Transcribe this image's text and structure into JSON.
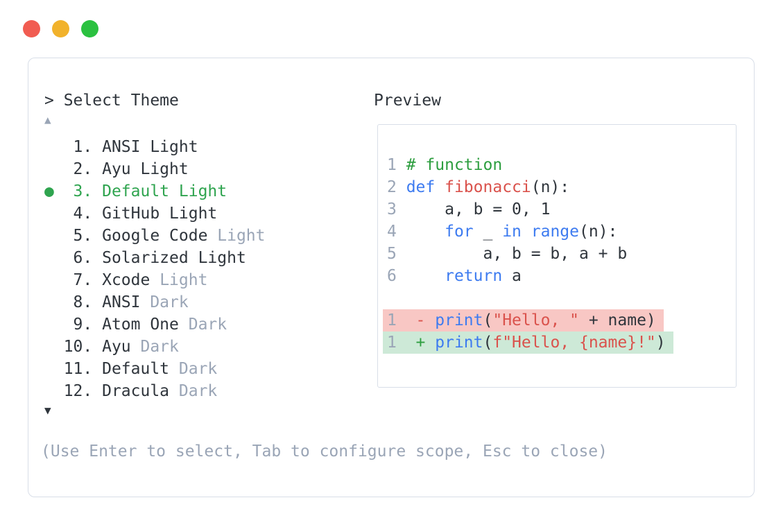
{
  "window": {
    "buttons": [
      {
        "icon": "close-icon",
        "class": "close"
      },
      {
        "icon": "minimize-icon",
        "class": "minimize"
      },
      {
        "icon": "zoom-icon",
        "class": "zoom"
      }
    ]
  },
  "picker": {
    "prompt": "> Select Theme",
    "scroll_up_glyph": "▲",
    "scroll_down_glyph": "▼",
    "items": [
      {
        "prefix": "  ",
        "num": " 1. ",
        "name": "ANSI Light",
        "variant": "",
        "selected": false
      },
      {
        "prefix": "  ",
        "num": " 2. ",
        "name": "Ayu Light",
        "variant": "",
        "selected": false
      },
      {
        "prefix": "● ",
        "num": " 3. ",
        "name": "Default Light",
        "variant": "",
        "selected": true
      },
      {
        "prefix": "  ",
        "num": " 4. ",
        "name": "GitHub Light",
        "variant": "",
        "selected": false
      },
      {
        "prefix": "  ",
        "num": " 5. ",
        "name": "Google Code",
        "variant": " Light",
        "selected": false
      },
      {
        "prefix": "  ",
        "num": " 6. ",
        "name": "Solarized Light",
        "variant": "",
        "selected": false
      },
      {
        "prefix": "  ",
        "num": " 7. ",
        "name": "Xcode",
        "variant": " Light",
        "selected": false
      },
      {
        "prefix": "  ",
        "num": " 8. ",
        "name": "ANSI",
        "variant": " Dark",
        "selected": false
      },
      {
        "prefix": "  ",
        "num": " 9. ",
        "name": "Atom One",
        "variant": " Dark",
        "selected": false
      },
      {
        "prefix": "  ",
        "num": "10. ",
        "name": "Ayu",
        "variant": " Dark",
        "selected": false
      },
      {
        "prefix": "  ",
        "num": "11. ",
        "name": "Default",
        "variant": " Dark",
        "selected": false
      },
      {
        "prefix": "  ",
        "num": "12. ",
        "name": "Dracula",
        "variant": " Dark",
        "selected": false
      }
    ],
    "hint": "(Use Enter to select, Tab to configure scope, Esc to close)"
  },
  "preview": {
    "label": "Preview",
    "code_lines": [
      {
        "ln": "1",
        "tokens": [
          [
            "c",
            "# function"
          ]
        ]
      },
      {
        "ln": "2",
        "tokens": [
          [
            "k",
            "def"
          ],
          [
            "p",
            " "
          ],
          [
            "f",
            "fibonacci"
          ],
          [
            "p",
            "(n):"
          ]
        ]
      },
      {
        "ln": "3",
        "tokens": [
          [
            "p",
            "    a, b = 0, 1"
          ]
        ]
      },
      {
        "ln": "4",
        "tokens": [
          [
            "p",
            "    "
          ],
          [
            "k",
            "for"
          ],
          [
            "p",
            " _ "
          ],
          [
            "k",
            "in"
          ],
          [
            "p",
            " "
          ],
          [
            "k",
            "range"
          ],
          [
            "p",
            "(n):"
          ]
        ]
      },
      {
        "ln": "5",
        "tokens": [
          [
            "p",
            "        a, b = b, a + b"
          ]
        ]
      },
      {
        "ln": "6",
        "tokens": [
          [
            "p",
            "    "
          ],
          [
            "k",
            "return"
          ],
          [
            "p",
            " a"
          ]
        ]
      }
    ],
    "diff_lines": [
      {
        "ln": "1",
        "bg": "red",
        "tokens": [
          [
            "minus",
            " - "
          ],
          [
            "k",
            "print"
          ],
          [
            "p",
            "("
          ],
          [
            "s",
            "\"Hello, \""
          ],
          [
            "p",
            " + name)"
          ]
        ]
      },
      {
        "ln": "1",
        "bg": "green",
        "tokens": [
          [
            "plus",
            " + "
          ],
          [
            "k",
            "print"
          ],
          [
            "p",
            "("
          ],
          [
            "s",
            "f\"Hello, {name}!\""
          ],
          [
            "p",
            ")"
          ]
        ]
      }
    ]
  },
  "colors": {
    "ink": "#2f353c",
    "gray": "#9aa5b6",
    "green": "#2fa44f",
    "blue": "#3d7bf0",
    "red": "#da524c",
    "comment": "#2d9e3f",
    "diff-red-bg": "#f8c7c4",
    "diff-green-bg": "#cde9d7",
    "border": "#d8dee8",
    "dot-red": "#f15c51",
    "dot-yellow": "#f1b22c",
    "dot-green": "#2bc140"
  }
}
